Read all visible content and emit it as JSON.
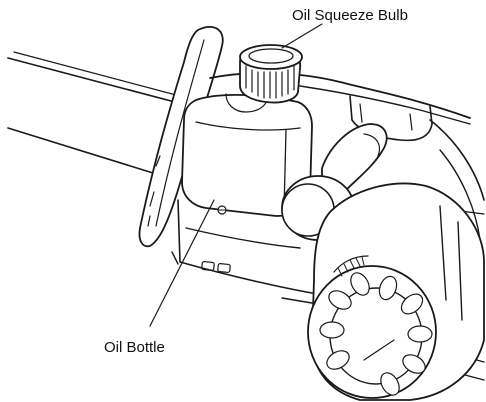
{
  "figure": {
    "description_callouts": [
      {
        "id": "oil-squeeze-bulb",
        "label": "Oil Squeeze Bulb"
      },
      {
        "id": "oil-bottle",
        "label": "Oil Bottle"
      }
    ]
  },
  "colors": {
    "ink": "#1a1a1a",
    "background": "#ffffff"
  }
}
